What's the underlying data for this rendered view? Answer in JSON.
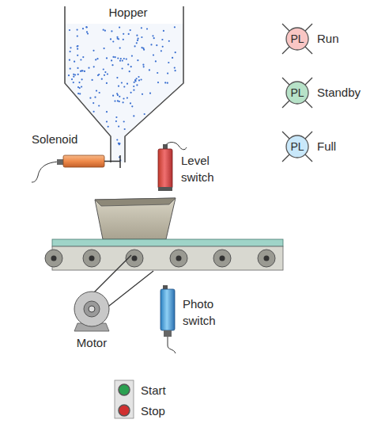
{
  "diagram": {
    "nodes": [
      {
        "text": [
          "PL",
          "Run"
        ]
      },
      {
        "text": [
          "PL",
          "Standby"
        ]
      },
      {
        "text": [
          "PL",
          "Full"
        ]
      }
    ],
    "labels": [
      "Hopper",
      "Solenoid",
      "Level switch",
      "Photo switch",
      "Motor",
      "Start",
      "Stop"
    ]
  }
}
